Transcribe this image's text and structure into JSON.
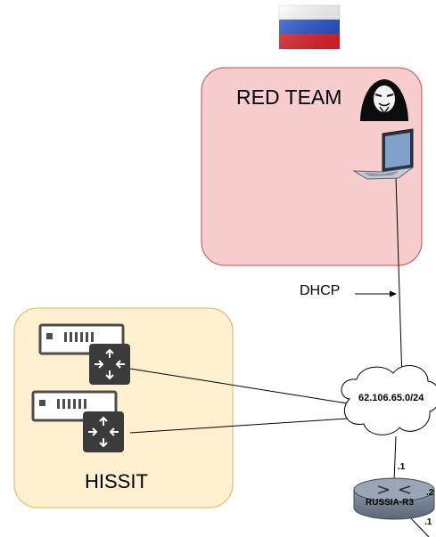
{
  "flag": {
    "colors": [
      "#ffffff",
      "#1f4fd0",
      "#e4202a"
    ]
  },
  "red_team": {
    "label": "RED TEAM",
    "fill": "#f8cdcd",
    "stroke": "#c94b4b",
    "icons": [
      "hacker-icon",
      "laptop-icon"
    ]
  },
  "hissit": {
    "label": "HISSIT",
    "fill": "#fff1cf",
    "stroke": "#d8b45e",
    "icons": [
      "server-icon",
      "router-icon"
    ]
  },
  "link_labels": {
    "dhcp": "DHCP"
  },
  "cloud": {
    "label": "62.106.65.0/24"
  },
  "router": {
    "label": "RUSSIA-R3",
    "top_port": ".1",
    "right_port": ".2",
    "bottom_port": ".1"
  }
}
